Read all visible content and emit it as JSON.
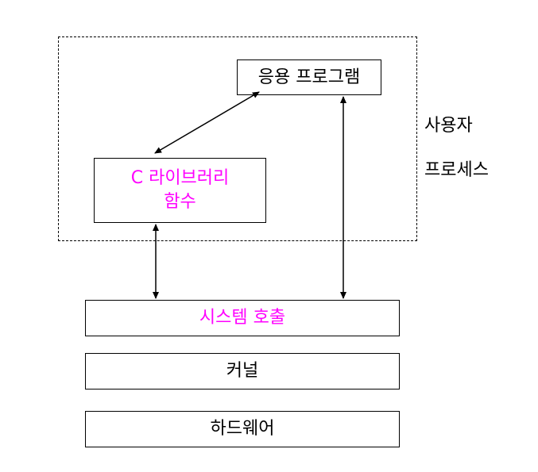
{
  "diagram": {
    "app_program": "응용 프로그램",
    "c_library": {
      "line1": "C 라이브러리",
      "line2": "함수"
    },
    "user_process": {
      "line1": "사용자",
      "line2": "프로세스"
    },
    "system_call": "시스템 호출",
    "kernel": "커널",
    "hardware": "하드웨어"
  },
  "colors": {
    "highlight_text": "#ff00ff",
    "border": "#000000"
  }
}
